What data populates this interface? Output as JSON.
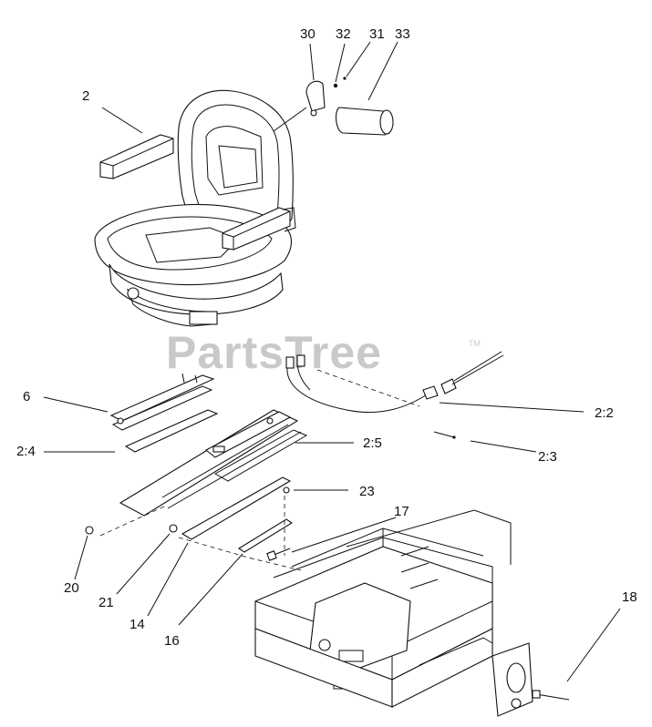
{
  "watermark": {
    "text": "PartsTree",
    "trademark": "TM"
  },
  "callouts": {
    "c2": "2",
    "c30": "30",
    "c32": "32",
    "c31": "31",
    "c33": "33",
    "c6": "6",
    "c2_4": "2:4",
    "c2_5": "2:5",
    "c2_2": "2:2",
    "c2_3": "2:3",
    "c23": "23",
    "c17": "17",
    "c20": "20",
    "c21": "21",
    "c14": "14",
    "c16": "16",
    "c18": "18"
  }
}
